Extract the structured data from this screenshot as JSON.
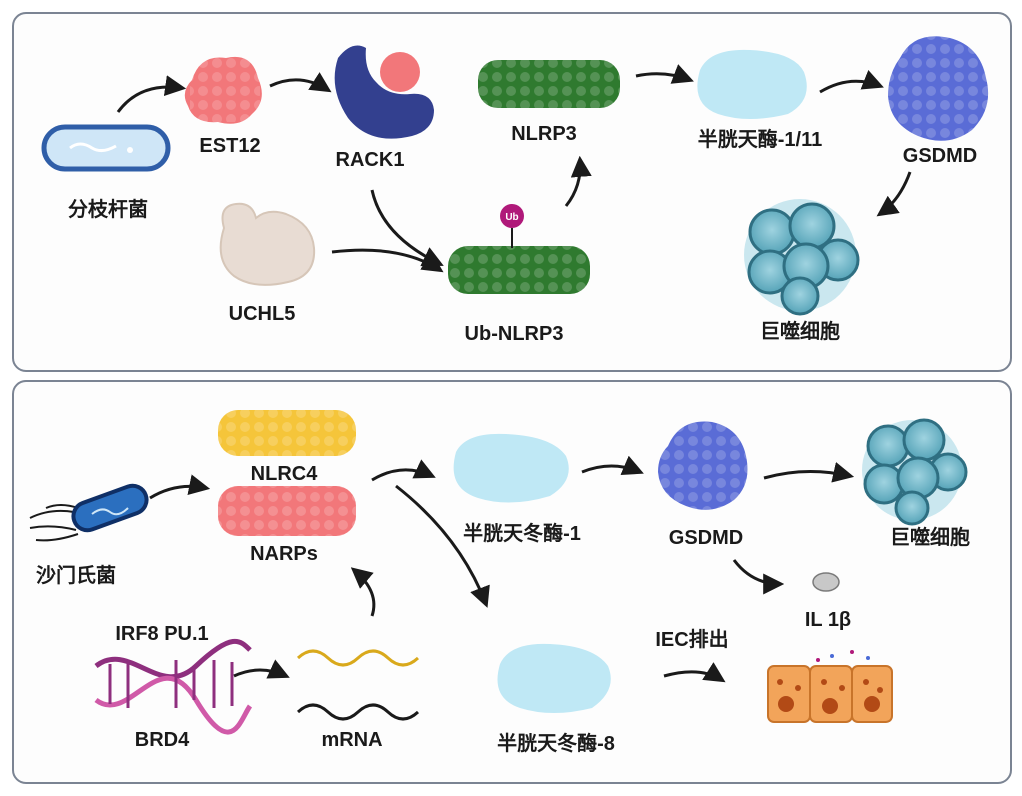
{
  "top_panel": {
    "labels": {
      "bacteria": "分枝杆菌",
      "est12": "EST12",
      "rack1": "RACK1",
      "nlrp3": "NLRP3",
      "caspase": "半胱天酶-1/11",
      "gsdmd": "GSDMD",
      "uchl5": "UCHL5",
      "ub_nlrp3": "Ub-NLRP3",
      "ub_tag": "Ub",
      "macrophage": "巨噬细胞"
    }
  },
  "bottom_panel": {
    "labels": {
      "bacteria": "沙门氏菌",
      "nlrc4": "NLRC4",
      "narps": "NARPs",
      "caspase1": "半胱天冬酶-1",
      "gsdmd": "GSDMD",
      "macrophage": "巨噬细胞",
      "il1b": "IL 1β",
      "iec": "IEC排出",
      "irf8": "IRF8 PU.1",
      "brd4": "BRD4",
      "mrna": "mRNA",
      "caspase8": "半胱天冬酶-8"
    }
  },
  "colors": {
    "border": "#7b8493",
    "pink_protein": "#f2777a",
    "rack_blue": "#33408f",
    "nlrp3_green": "#2f7a2f",
    "caspase_cyan": "#bfe8f5",
    "gsdmd_blue": "#5a6cd6",
    "macrophage_teal": "#3f8ea3",
    "uchl_beige": "#e8dcd3",
    "ub_magenta": "#b0197a",
    "nlrc4_yellow": "#f5c53a",
    "dna_purple": "#8e2f7e",
    "mrna_yellow": "#d9a91c",
    "iec_orange": "#f2a45a"
  }
}
